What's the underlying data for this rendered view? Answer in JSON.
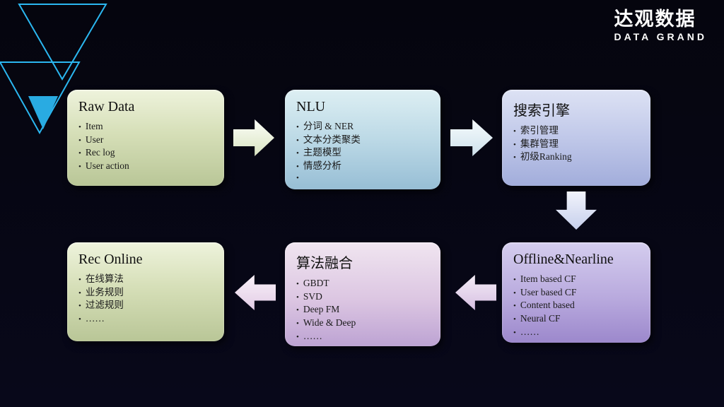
{
  "bullet_char": "•",
  "logo": {
    "name_cn": "达观数据",
    "name_en": "DATA GRAND"
  },
  "boxes": [
    {
      "title": "Raw Data",
      "items": [
        "Item",
        "User",
        "Rec log",
        "User action"
      ]
    },
    {
      "title": "NLU",
      "items": [
        "分词 & NER",
        "文本分类聚类",
        "主题模型",
        "情感分析",
        ""
      ]
    },
    {
      "title": "搜索引擎",
      "items": [
        "索引管理",
        "集群管理",
        "初级Ranking"
      ]
    },
    {
      "title": "Offline&Nearline",
      "items": [
        "Item based CF",
        "User based CF",
        "Content based",
        "Neural CF",
        "……"
      ]
    },
    {
      "title": "算法融合",
      "items": [
        "GBDT",
        "SVD",
        "Deep FM",
        "Wide & Deep",
        "……"
      ]
    },
    {
      "title": "Rec Online",
      "items": [
        "在线算法",
        "业务规则",
        "过滤规则",
        "……"
      ]
    }
  ],
  "colors": {
    "background": "#06060f",
    "accent_cyan": "#29abe2",
    "box_green": "#c9d3a6",
    "box_blue": "#aecede",
    "box_lavender": "#b4bde4",
    "box_purple": "#ab99d4",
    "box_pink": "#d3b9dd",
    "text_dark": "#141414",
    "logo_white": "#ffffff"
  }
}
